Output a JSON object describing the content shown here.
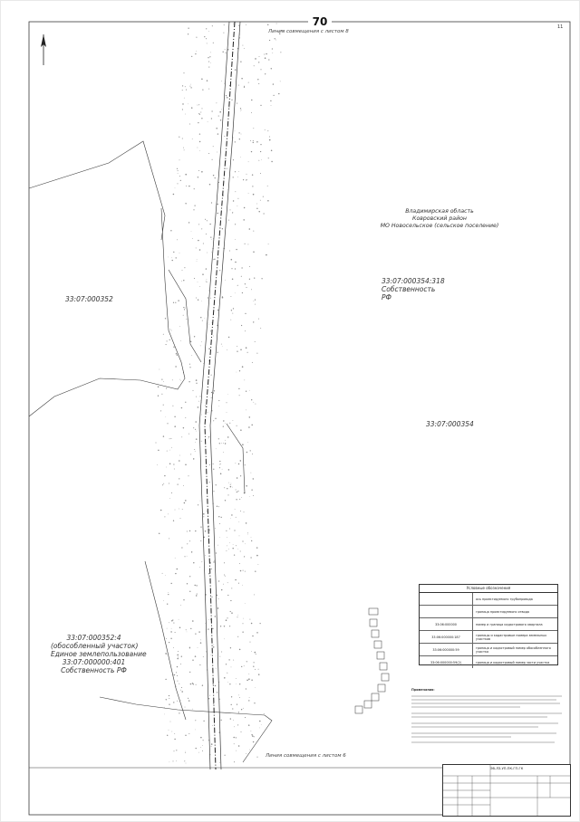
{
  "sheet": {
    "number": "70",
    "corner_number": "11"
  },
  "match_lines": {
    "top": "Линия совмещения с листом 8",
    "bottom": "Линия совмещения с листом 6"
  },
  "labels": {
    "region_lines": [
      "Владимирская область",
      "Ковровский район",
      "МО Новосельское (сельское поселение)"
    ],
    "parcel_352": "33:07:000352",
    "parcel_354_318_lines": [
      "33:07:000354:318",
      "Собственность",
      "РФ"
    ],
    "parcel_354": "33:07:000354",
    "parcel_352_4_lines": [
      "33:07:000352:4",
      "(обособленный участок)",
      "Единое землепользование",
      "33:07:000000:401",
      "Собственность РФ"
    ]
  },
  "legend": {
    "title": "Условные обозначения",
    "rows": [
      {
        "symbol": "",
        "text": "ось проектируемого трубопровода"
      },
      {
        "symbol": "",
        "text": "граница проектируемого отвода"
      },
      {
        "symbol": "33:06:000000",
        "text": "номер и граница кадастрового квартала"
      },
      {
        "symbol": "33:06:000000:187",
        "text": "границы и кадастровые номера земельных участков"
      },
      {
        "symbol": "33:06:000000:59",
        "text": "граница и кадастровый номер обособленного участка"
      },
      {
        "symbol": "33:06:000000:59(2)",
        "text": "граница и кадастровый номер части участка"
      }
    ]
  },
  "notes_title": "Примечания:",
  "stamp": {
    "code": "ЭВ-ЛЗ-УП-ПК-ГП-ГК"
  },
  "colors": {
    "line": "#3a3a3a",
    "stipple": "#8a8a8a",
    "axis": "#1e1e1e"
  }
}
